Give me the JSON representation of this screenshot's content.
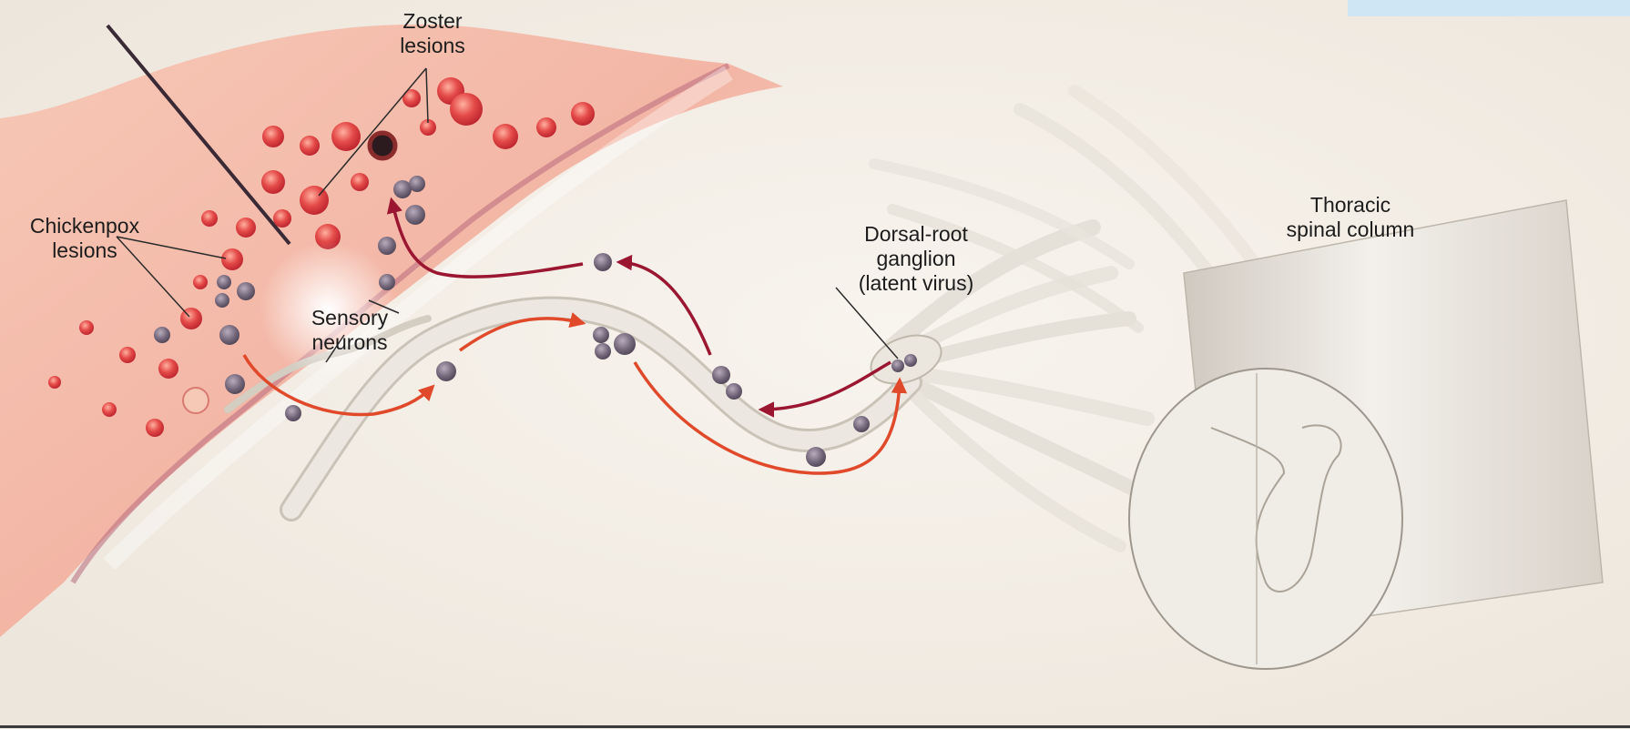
{
  "labels": {
    "zoster": [
      "Zoster",
      "lesions"
    ],
    "chickenpox": [
      "Chickenpox",
      "lesions"
    ],
    "sensory": [
      "Sensory",
      "neurons"
    ],
    "drg": [
      "Dorsal-root",
      "ganglion",
      "(latent virus)"
    ],
    "thoracic": [
      "Thoracic",
      "spinal column"
    ]
  },
  "colors": {
    "background": "#f6f1ea",
    "skin": "#f2b19f",
    "lesion": "#d8333a",
    "virus": "#6e6275",
    "arrow_red": "#e0492a",
    "arrow_dark": "#9b1630",
    "nerve": "#e7e2d9",
    "accent_tab": "#cfe6f5",
    "rule": "#3b3b3b"
  },
  "icons": {
    "arrow": "arrow-icon",
    "virus_particle": "virus-particle-icon",
    "lesion": "lesion-icon"
  }
}
